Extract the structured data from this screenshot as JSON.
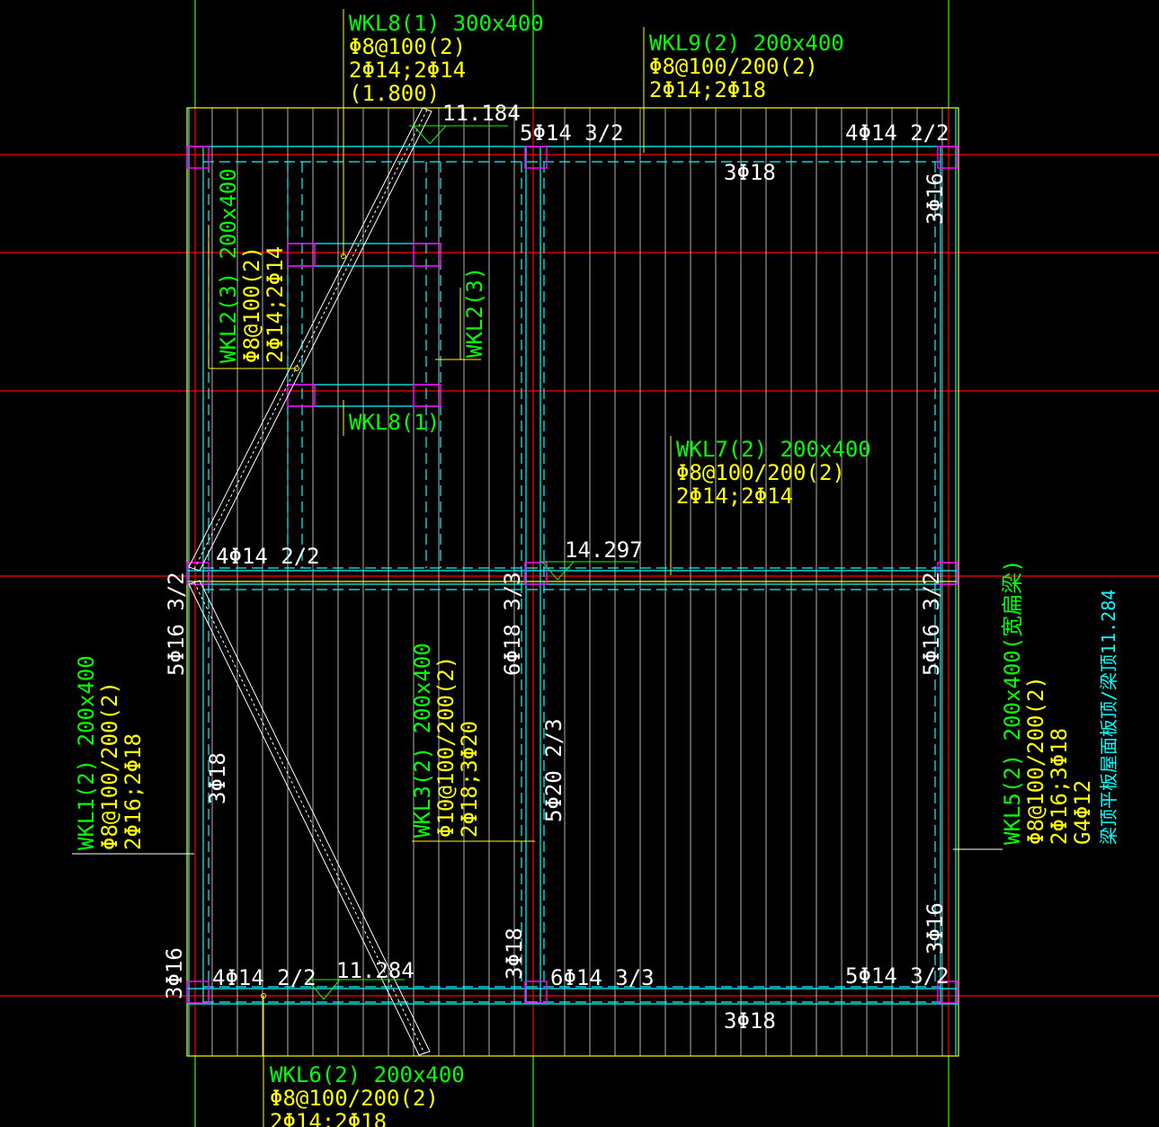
{
  "colors": {
    "background": "#000000",
    "axis_line": "#ff0000",
    "beam_edge": "#00ffff",
    "slab_line": "#ffffff",
    "outline": "#ffff00",
    "label_green": "#00ff00",
    "label_yellow": "#ffff00",
    "column": "#ff00ff"
  },
  "beams": {
    "wkl8_top": {
      "name": "WKL8(1) 300x400",
      "stirrup": "Φ8@100(2)",
      "bars": "2Φ14;2Φ14",
      "offset": "(1.800)"
    },
    "wkl9": {
      "name": "WKL9(2) 200x400",
      "stirrup": "Φ8@100/200(2)",
      "bars": "2Φ14;2Φ18"
    },
    "wkl2_left": {
      "name": "WKL2(3) 200x400",
      "stirrup": "Φ8@100(2)",
      "bars": "2Φ14;2Φ14"
    },
    "wkl2_ref": {
      "name": "WKL2(3)"
    },
    "wkl8_ref": {
      "name": "WKL8(1)"
    },
    "wkl7": {
      "name": "WKL7(2) 200x400",
      "stirrup": "Φ8@100/200(2)",
      "bars": "2Φ14;2Φ14"
    },
    "wkl1": {
      "name": "WKL1(2) 200x400",
      "stirrup": "Φ8@100/200(2)",
      "bars": "2Φ16;2Φ18"
    },
    "wkl3": {
      "name": "WKL3(2) 200x400",
      "stirrup": "Φ10@100/200(2)",
      "bars": "2Φ18;3Φ20"
    },
    "wkl5": {
      "name": "WKL5(2) 200x400(宽扁梁)",
      "stirrup": "Φ8@100/200(2)",
      "bars": "2Φ16;3Φ18",
      "side": "G4Φ12",
      "note": "梁顶平板屋面板顶/梁顶11.284"
    },
    "wkl6": {
      "name": "WKL6(2) 200x400",
      "stirrup": "Φ8@100/200(2)",
      "bars": "2Φ14;2Φ18"
    }
  },
  "rebar_labels": {
    "top_mid": "5Φ14 3/2",
    "top_right": "4Φ14 2/2",
    "top_span": "3Φ18",
    "right_top": "3Φ16",
    "mid_left": "4Φ14 2/2",
    "left_mid": "5Φ16 3/2",
    "center_col": "6Φ18 3/3",
    "right_mid": "5Φ16 3/2",
    "left_span": "3Φ18",
    "center_span": "5Φ20 2/3",
    "left_bottom": "3Φ16",
    "bot_left": "4Φ14 2/2",
    "center_bot": "3Φ18",
    "bot_mid": "6Φ14 3/3",
    "bot_right": "5Φ14 3/2",
    "right_bottom": "3Φ16",
    "bot_span": "3Φ18"
  },
  "elevations": {
    "top": "11.184",
    "middle": "14.297",
    "bottom": "11.284"
  }
}
